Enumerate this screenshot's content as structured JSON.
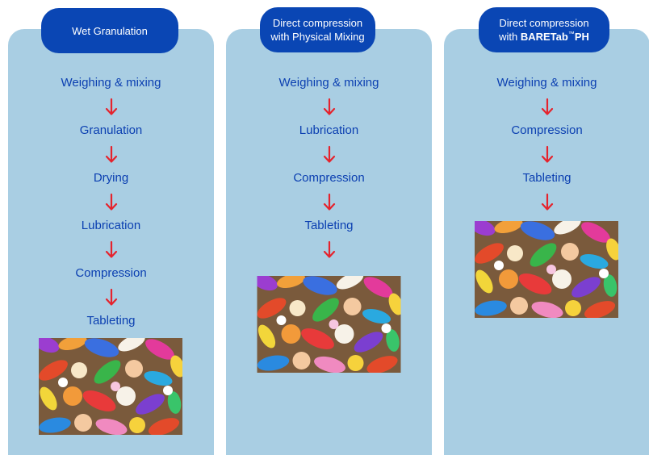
{
  "columns": [
    {
      "title": "Wet Granulation",
      "steps": [
        "Weighing & mixing",
        "Granulation",
        "Drying",
        "Lubrication",
        "Compression",
        "Tableting"
      ]
    },
    {
      "title_line1": "Direct compression",
      "title_line2": "with Physical Mixing",
      "steps": [
        "Weighing & mixing",
        "Lubrication",
        "Compression",
        "Tableting"
      ]
    },
    {
      "title_line1": "Direct compression",
      "title_prefix": "with",
      "title_brand": "BARETab",
      "title_tm": "™",
      "title_suffix": "PH",
      "steps": [
        "Weighing & mixing",
        "Compression",
        "Tableting"
      ]
    }
  ],
  "colors": {
    "panel": "#a9cee3",
    "pill": "#0a46b4",
    "step_text": "#0b3fb1",
    "arrow": "#e5232d"
  },
  "icons": {
    "arrow": "arrow-down-icon",
    "photo": "colorful-pills-photo"
  }
}
